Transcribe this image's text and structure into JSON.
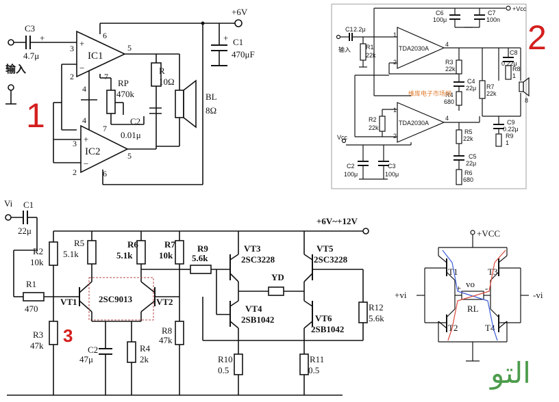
{
  "colors": {
    "marker_red": "#d41e1e",
    "current_red": "#d8483a",
    "current_blue": "#3a5bd8",
    "logo_green": "#2e8b2e"
  },
  "circuit1": {
    "number": "1",
    "input": "输入",
    "vcc": "+6V",
    "c3": "C3",
    "c3_val": "4.7μ",
    "c1": "C1",
    "c1_val": "470μF",
    "ic1": "IC1",
    "ic2": "IC2",
    "rp": "RP",
    "rp_val": "470k",
    "r": "R",
    "r_val": "10Ω",
    "bl": "BL",
    "bl_val": "8Ω",
    "c2": "C2",
    "c2_val": "0.01μ",
    "p3": "3",
    "p2": "2",
    "p6": "6",
    "p5": "5",
    "p4": "4",
    "p7": "7",
    "p4b": "4",
    "p7b": "7",
    "p3b": "3",
    "p2b": "2",
    "p5b": "5",
    "p6b": "6"
  },
  "circuit2": {
    "number": "2",
    "vcc_top": "+Vcc",
    "vcc_mid": "Vcc",
    "input": "输入",
    "c1": "C1",
    "c1_val": "2.2μ",
    "r1": "R1",
    "r1_val": "22k",
    "ic_a": "TDA2030A",
    "ic_b": "TDA2030A",
    "c6": "C6",
    "c6_val": "100μ",
    "c7": "C7",
    "c7_val": "100n",
    "r3": "R3",
    "r3_val": "22k",
    "c4": "C4",
    "c4_val": "22μ",
    "r4": "R4",
    "r4_val": "680",
    "r7": "R7",
    "r7_val": "22k",
    "c8": "C8",
    "c8_val": "0.22μ",
    "r8": "R8",
    "r8_val": "1",
    "spk": "8",
    "r2": "R2",
    "r2_val": "22k",
    "r5": "R5",
    "r5_val": "22k",
    "c5": "C5",
    "c5_val": "22μ",
    "r6": "R6",
    "r6_val": "680",
    "c9": "C9",
    "c9_val": "0.22μ",
    "r9": "R9",
    "r9_val": "1",
    "c2": "C2",
    "c2_val": "100μ",
    "c3": "C3",
    "c3_val": "100μ",
    "pin1": "1",
    "pin2": "2",
    "pin4": "4",
    "pin1b": "1",
    "pin2b": "2",
    "pin4b": "4",
    "watermark": "维库电子市场网"
  },
  "circuit3": {
    "number": "3",
    "vi": "Vi",
    "c1": "C1",
    "c1_val": "22μ",
    "supply": "+6V~+12V",
    "r1": "R1",
    "r1_val": "470",
    "r2": "R2",
    "r2_val": "10k",
    "r3": "R3",
    "r3_val": "47k",
    "r5": "R5",
    "r5_val": "5.1k",
    "r6": "R6",
    "r6_val": "5.1k",
    "r7": "R7",
    "r7_val": "10k",
    "r8": "R8",
    "r8_val": "47k",
    "r9": "R9",
    "r9_val": "5.6k",
    "r4": "R4",
    "r4_val": "2k",
    "c2": "C2",
    "c2_val": "47μ",
    "vt1": "VT1",
    "vt2": "VT2",
    "pair": "2SC9013",
    "vt3": "VT3",
    "vt3_part": "2SC3228",
    "vt4": "VT4",
    "vt4_part": "2SB1042",
    "vt5": "VT5",
    "vt5_part": "2SC3228",
    "vt6": "VT6",
    "vt6_part": "2SB1042",
    "yd": "YD",
    "r10": "R10",
    "r10_val": "0.5",
    "r11": "R11",
    "r11_val": "0.5",
    "r12": "R12",
    "r12_val": "5.6k"
  },
  "circuit4": {
    "vcc": "+VCC",
    "vi_plus": "+vi",
    "vi_minus": "-vi",
    "t1": "T1",
    "t2": "T2",
    "t3": "T3",
    "t4": "T4",
    "vo": "vo",
    "rl": "RL",
    "plus": "+",
    "minus": "-"
  }
}
